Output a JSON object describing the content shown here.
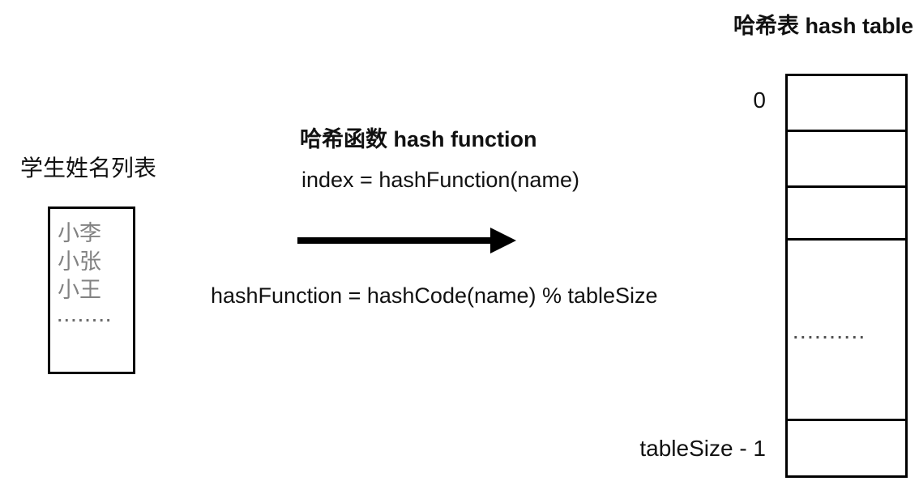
{
  "title": "哈希表 hash table",
  "student_list": {
    "label": "学生姓名列表",
    "names": [
      "小李",
      "小张",
      "小王"
    ],
    "ellipsis": "........"
  },
  "hash_function": {
    "heading": "哈希函数 hash function",
    "index_formula": "index = hashFunction(name)",
    "definition_formula": "hashFunction = hashCode(name) % tableSize"
  },
  "hash_table": {
    "first_index_label": "0",
    "last_index_label": "tableSize - 1",
    "cells": [
      {
        "content": ""
      },
      {
        "content": ""
      },
      {
        "content": ""
      },
      {
        "content": ".........."
      },
      {
        "content": ""
      }
    ]
  },
  "colors": {
    "text": "#111111",
    "border": "#000000",
    "muted_names": "#828282",
    "dots": "#4f4f4f",
    "background": "#ffffff"
  }
}
